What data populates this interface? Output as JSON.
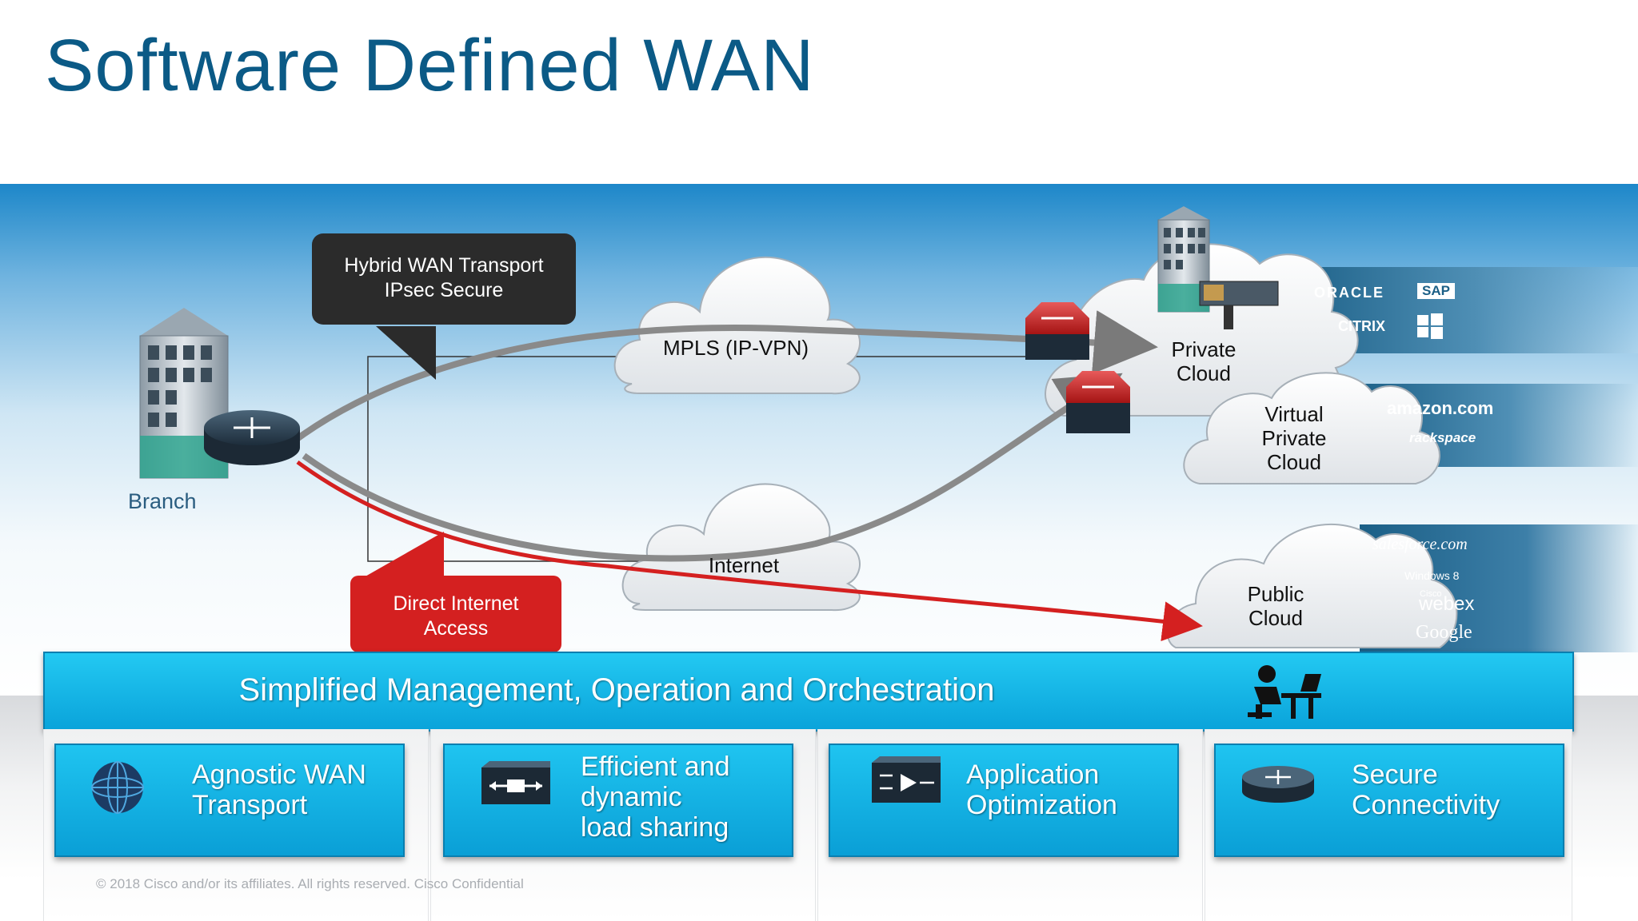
{
  "slide": {
    "title": "Software Defined WAN",
    "footer": "© 2018  Cisco  and/or  its  affiliates.   All  rights  reserved.     Cisco  Confidential"
  },
  "diagram": {
    "branch_label": "Branch",
    "callout_hybrid": [
      "Hybrid WAN Transport",
      "IPsec Secure"
    ],
    "callout_dia": [
      "Direct Internet",
      "Access"
    ],
    "mpls_label": "MPLS (IP-VPN)",
    "internet_label": "Internet",
    "private_cloud": [
      "Private",
      "Cloud"
    ],
    "virtual_private_cloud": [
      "Virtual",
      "Private",
      "Cloud"
    ],
    "public_cloud": [
      "Public",
      "Cloud"
    ],
    "vendors_private": [
      "ORACLE",
      "SAP",
      "CITRIX",
      "Windows-logo"
    ],
    "vendors_virtual": [
      "amazon.com",
      "rackspace"
    ],
    "vendors_public": [
      "salesforce.com",
      "Windows 8",
      "Cisco",
      "webex",
      "Google"
    ],
    "colors": {
      "dia_red": "#d42020",
      "callout_dark": "#2b2b2b",
      "accent_blue": "#0aa3da",
      "title_blue": "#0b5a86"
    }
  },
  "management_bar": {
    "label": "Simplified Management, Operation and Orchestration",
    "icon": "operator-workstation-icon"
  },
  "features": [
    {
      "label_lines": [
        "Agnostic WAN",
        "Transport"
      ],
      "icon": "globe-icon"
    },
    {
      "label_lines": [
        "Efficient and",
        "dynamic",
        "load sharing"
      ],
      "icon": "load-balancer-icon"
    },
    {
      "label_lines": [
        "Application",
        "Optimization"
      ],
      "icon": "waas-icon"
    },
    {
      "label_lines": [
        "Secure",
        "Connectivity"
      ],
      "icon": "router-icon"
    }
  ]
}
